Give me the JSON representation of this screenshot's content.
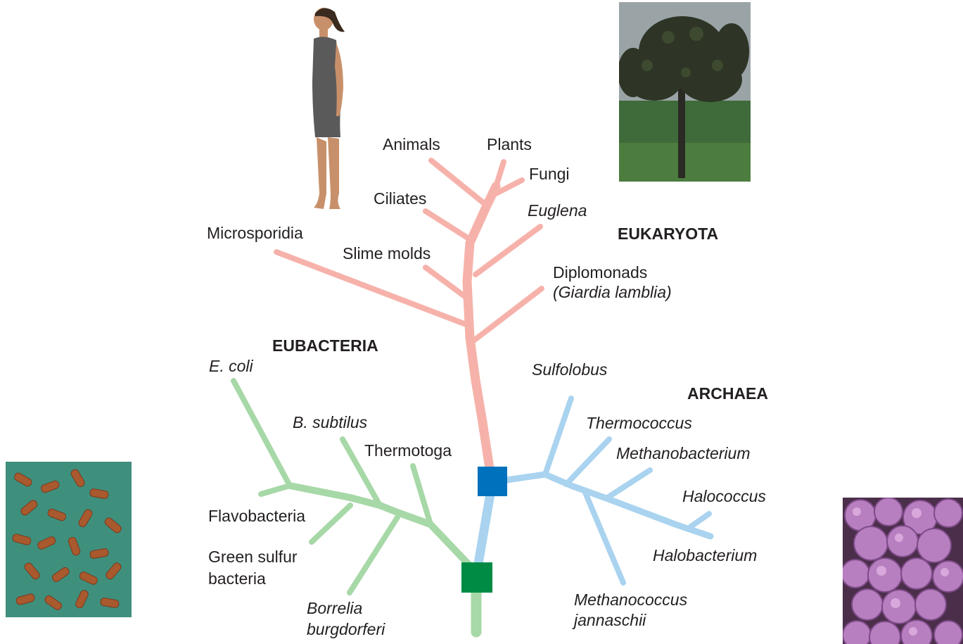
{
  "domains": {
    "eukaryota": "EUKARYOTA",
    "eubacteria": "EUBACTERIA",
    "archaea": "ARCHAEA"
  },
  "eukaryota_taxa": {
    "animals": "Animals",
    "plants": "Plants",
    "fungi": "Fungi",
    "ciliates": "Ciliates",
    "euglena": "Euglena",
    "microsporidia": "Microsporidia",
    "slime_molds": "Slime molds",
    "diplomonads": "Diplomonads",
    "giardia": "(Giardia lamblia)"
  },
  "eubacteria_taxa": {
    "e_coli": "E. coli",
    "b_subtilus": "B. subtilus",
    "thermotoga": "Thermotoga",
    "flavobacteria": "Flavobacteria",
    "green_sulfur_1": "Green sulfur",
    "green_sulfur_2": "bacteria",
    "borrelia_1": "Borrelia",
    "borrelia_2": "burgdorferi"
  },
  "archaea_taxa": {
    "sulfolobus": "Sulfolobus",
    "thermococcus": "Thermococcus",
    "methanobacterium": "Methanobacterium",
    "halococcus": "Halococcus",
    "halobacterium": "Halobacterium",
    "methanococcus_1": "Methanococcus",
    "methanococcus_2": "jannaschii"
  },
  "colors": {
    "eukaryota_branch": "#f6b2aa",
    "eubacteria_branch": "#a7d8a7",
    "archaea_branch": "#a9d3ef",
    "archaea_node": "#0071bc",
    "eubacteria_node": "#008b45",
    "text": "#231f20"
  },
  "photos": {
    "human": "human-figure-photo",
    "tree": "tree-photo",
    "bacteria": "rod-bacteria-micrograph",
    "archaea": "coccus-archaea-micrograph"
  }
}
